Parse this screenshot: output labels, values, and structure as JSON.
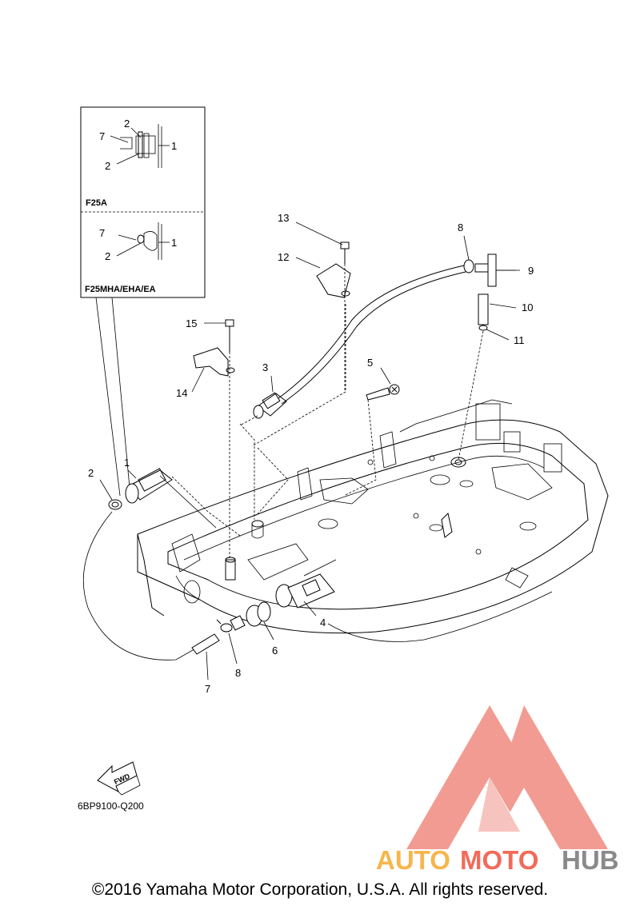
{
  "inset": {
    "top_label": "F25A",
    "bottom_label": "F25MHA/EHA/EA",
    "top_callouts": [
      "2",
      "7",
      "1",
      "2"
    ],
    "bottom_callouts": [
      "7",
      "1",
      "2"
    ]
  },
  "callouts": {
    "c1": "1",
    "c2": "2",
    "c3": "3",
    "c4": "4",
    "c5": "5",
    "c6": "6",
    "c7": "7",
    "c8a": "8",
    "c8b": "8",
    "c9": "9",
    "c10": "10",
    "c11": "11",
    "c12": "12",
    "c13": "13",
    "c14": "14",
    "c15": "15"
  },
  "fwd_label": "FWD",
  "part_code": "6BP9100-Q200",
  "watermark": {
    "part1": "AUTO",
    "part2": "MOTO",
    "part3": "HUB",
    "colors": {
      "auto": "#f6b64c",
      "moto": "#f36a5a",
      "hub": "#8a8a8a",
      "logo": "#f08a80"
    }
  },
  "copyright": "©2016 Yamaha Motor Corporation, U.S.A. All rights reserved."
}
